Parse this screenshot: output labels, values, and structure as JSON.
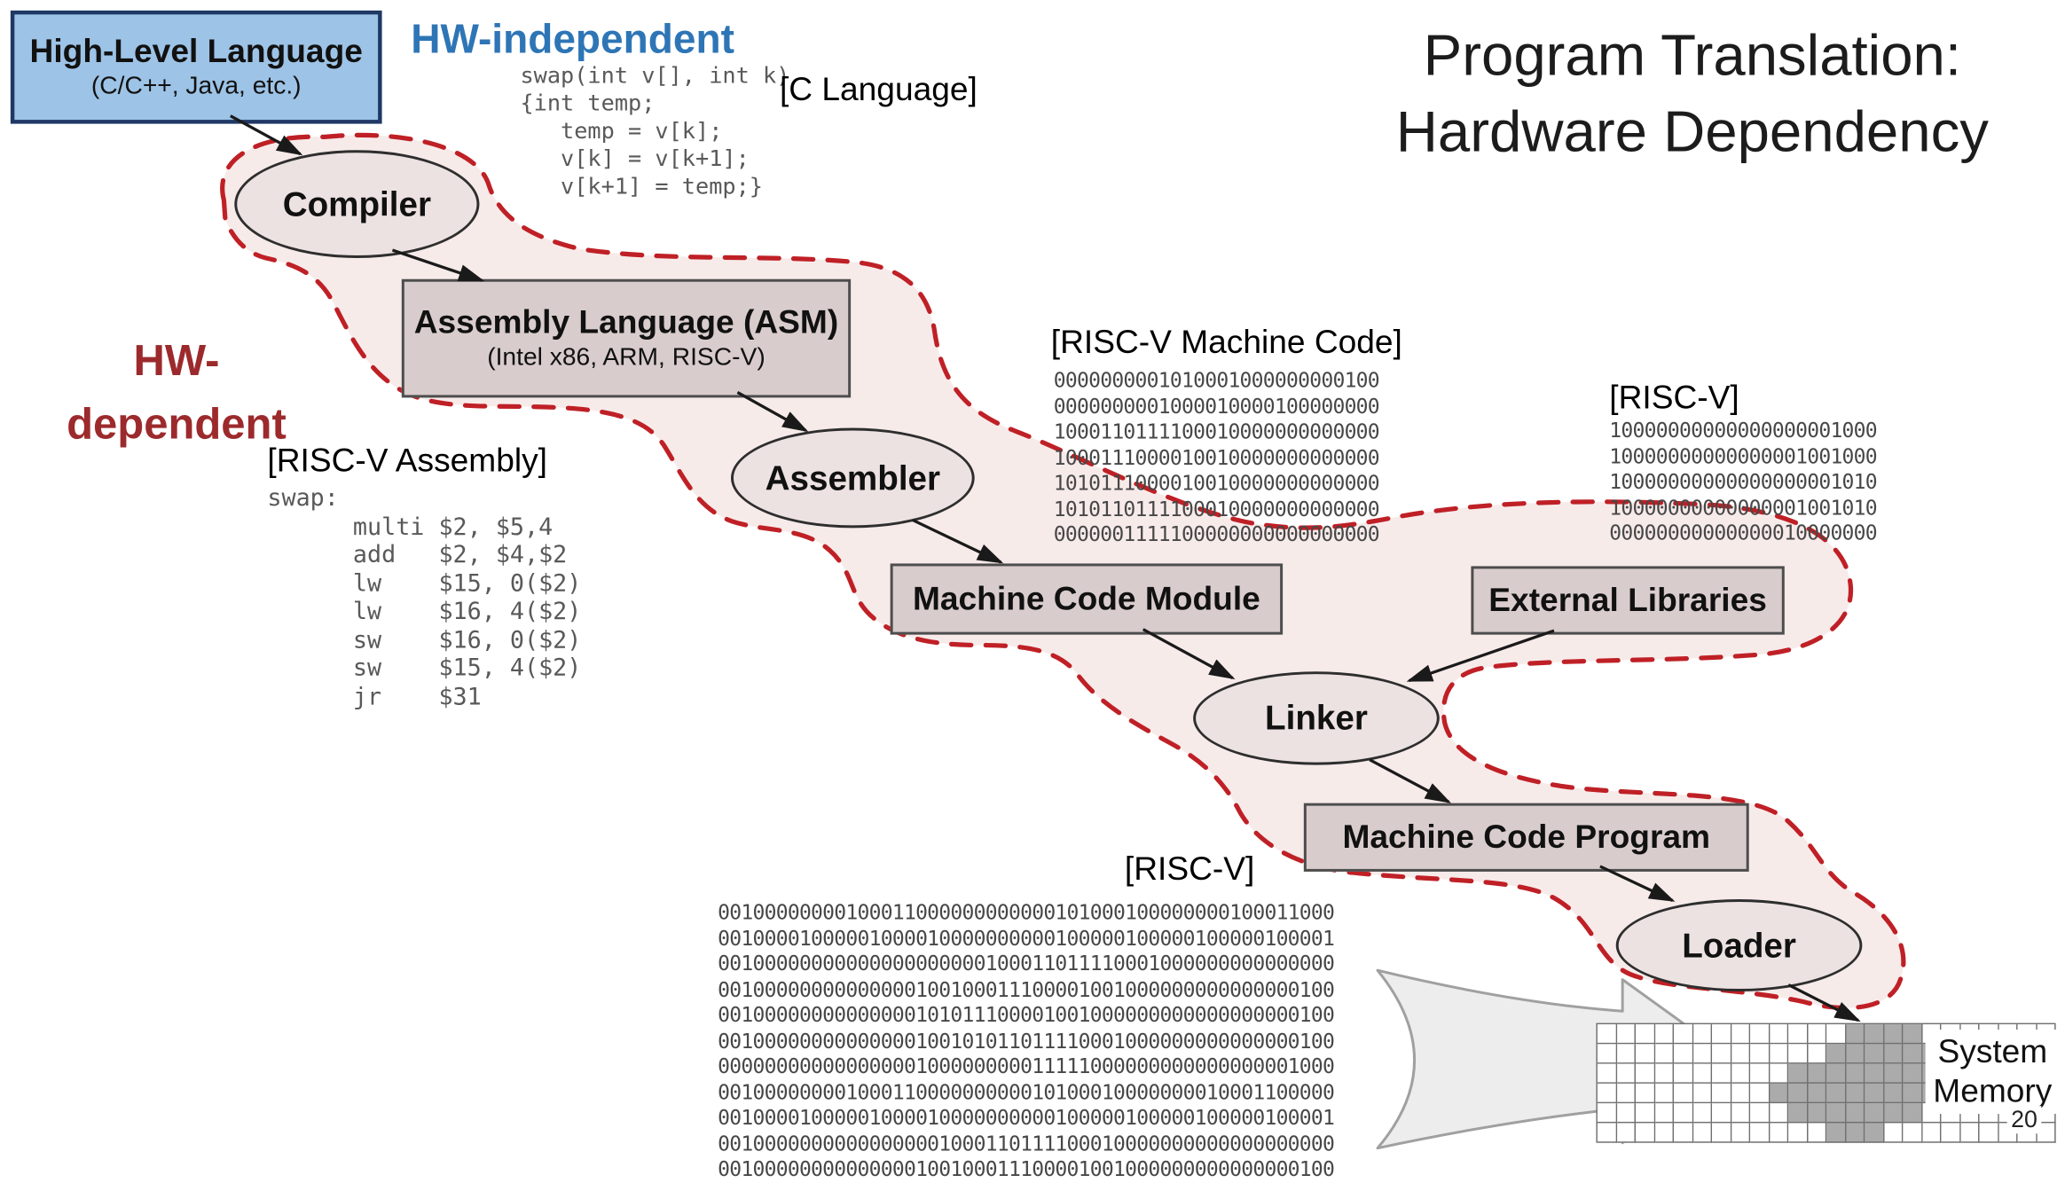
{
  "title": {
    "line1": "Program Translation:",
    "line2": "Hardware Dependency"
  },
  "labels": {
    "hw_independent": "HW-independent",
    "hw_dependent_line1": "HW-",
    "hw_dependent_line2": "dependent",
    "c_language": "[C Language]",
    "riscv_assembly": "[RISC-V Assembly]",
    "riscv_machine_code": "[RISC-V Machine Code]",
    "riscv_right": "[RISC-V]",
    "riscv_bottom": "[RISC-V]",
    "system_memory_line1": "System",
    "system_memory_line2": "Memory",
    "page_number": "20"
  },
  "nodes": {
    "high_level": {
      "title": "High-Level Language",
      "subtitle": "(C/C++, Java, etc.)"
    },
    "compiler": "Compiler",
    "assembly": {
      "title": "Assembly Language (ASM)",
      "subtitle": "(Intel x86, ARM, RISC-V)"
    },
    "assembler": "Assembler",
    "machine_code_module": "Machine Code Module",
    "external_libraries": "External Libraries",
    "linker": "Linker",
    "machine_code_program": "Machine Code Program",
    "loader": "Loader"
  },
  "code": {
    "c_snippet": "swap(int v[], int k)\n{int temp;\n   temp = v[k];\n   v[k] = v[k+1];\n   v[k+1] = temp;}",
    "assembly_snippet": "swap:\n      multi $2, $5,4\n      add   $2, $4,$2\n      lw    $15, 0($2)\n      lw    $16, 4($2)\n      sw    $16, 0($2)\n      sw    $15, 4($2)\n      jr    $31",
    "machine_code_snippet": "0000000001010001000000000100\n0000000001000010000100000000\n1000110111100010000000000000\n1000111000010010000000000000\n1010111000010010000000000000\n1010110111100010000000000000\n0000001111100000000000000000",
    "riscv_right_snippet": "10000000000000000001000\n10000000000000001001000\n10000000000000000001010\n10000000000000001001010\n00000000000000010000000",
    "riscv_bottom_snippet": "00100000000100011000000000000101000100000000100011000\n00100001000001000010000000000100000100000100000100001\n00100000000000000000000100011011110001000000000000000\n00100000000000000100100011100001001000000000000000100\n00100000000000000101011100001001000000000000000000100\n00100000000000000100101011011110001000000000000000100\n00000000000000000100000000011111000000000000000001000\n00100000000100011000000000010100010000000010001100000\n00100001000001000010000000000100000100000100000100001\n00100000000000000001000110111100010000000000000000000\n00100000000000000100100011100001001000000000000000100"
  },
  "memory_grid": {
    "pattern": [
      "000000000000011110000000",
      "000000000000111111000000",
      "000000000011111111100000",
      "000000000111111111000000",
      "000000000011111110000000",
      "000000000000111000000000"
    ]
  },
  "colors": {
    "blob_fill": "#f7ebea",
    "blob_stroke": "#bf2026",
    "box_fill": "#d9cccc",
    "ellipse_fill": "#ece2e1",
    "high_level_fill": "#9dc3e6",
    "hw_independent_text": "#2e75b6",
    "hw_dependent_text": "#9c2a2c",
    "code_text": "#595959",
    "binary_text": "#474747",
    "memory_cell_fill": "#ababab"
  }
}
